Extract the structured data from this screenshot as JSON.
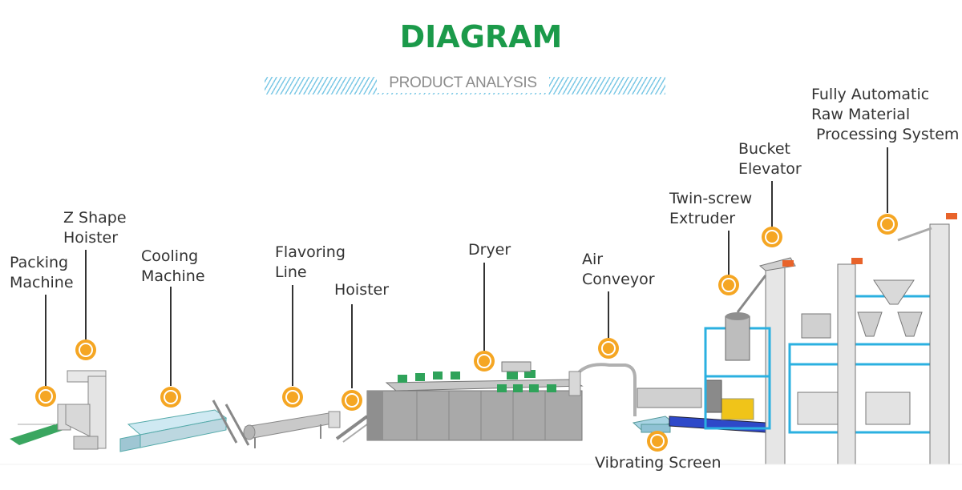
{
  "header": {
    "title": "DIAGRAM",
    "subtitle": "PRODUCT ANALYSIS"
  },
  "colors": {
    "title": "#1b9a4a",
    "marker": "#f5a623",
    "structure": "#2bb0e0",
    "machine": "#9a9a9a",
    "accent": "#e8632a"
  },
  "components": [
    {
      "id": "packing-machine",
      "label": "Packing\nMachine"
    },
    {
      "id": "z-shape-hoister",
      "label": "Z Shape\nHoister"
    },
    {
      "id": "cooling-machine",
      "label": "Cooling\nMachine"
    },
    {
      "id": "flavoring-line",
      "label": "Flavoring\nLine"
    },
    {
      "id": "hoister",
      "label": "Hoister"
    },
    {
      "id": "dryer",
      "label": "Dryer"
    },
    {
      "id": "air-conveyor",
      "label": "Air\nConveyor"
    },
    {
      "id": "vibrating-screen",
      "label": "Vibrating Screen"
    },
    {
      "id": "twin-screw-extruder",
      "label": "Twin-screw\nExtruder"
    },
    {
      "id": "bucket-elevator",
      "label": "Bucket\nElevator"
    },
    {
      "id": "raw-material-system",
      "label": "Fully Automatic\nRaw Material\n Processing System"
    }
  ]
}
